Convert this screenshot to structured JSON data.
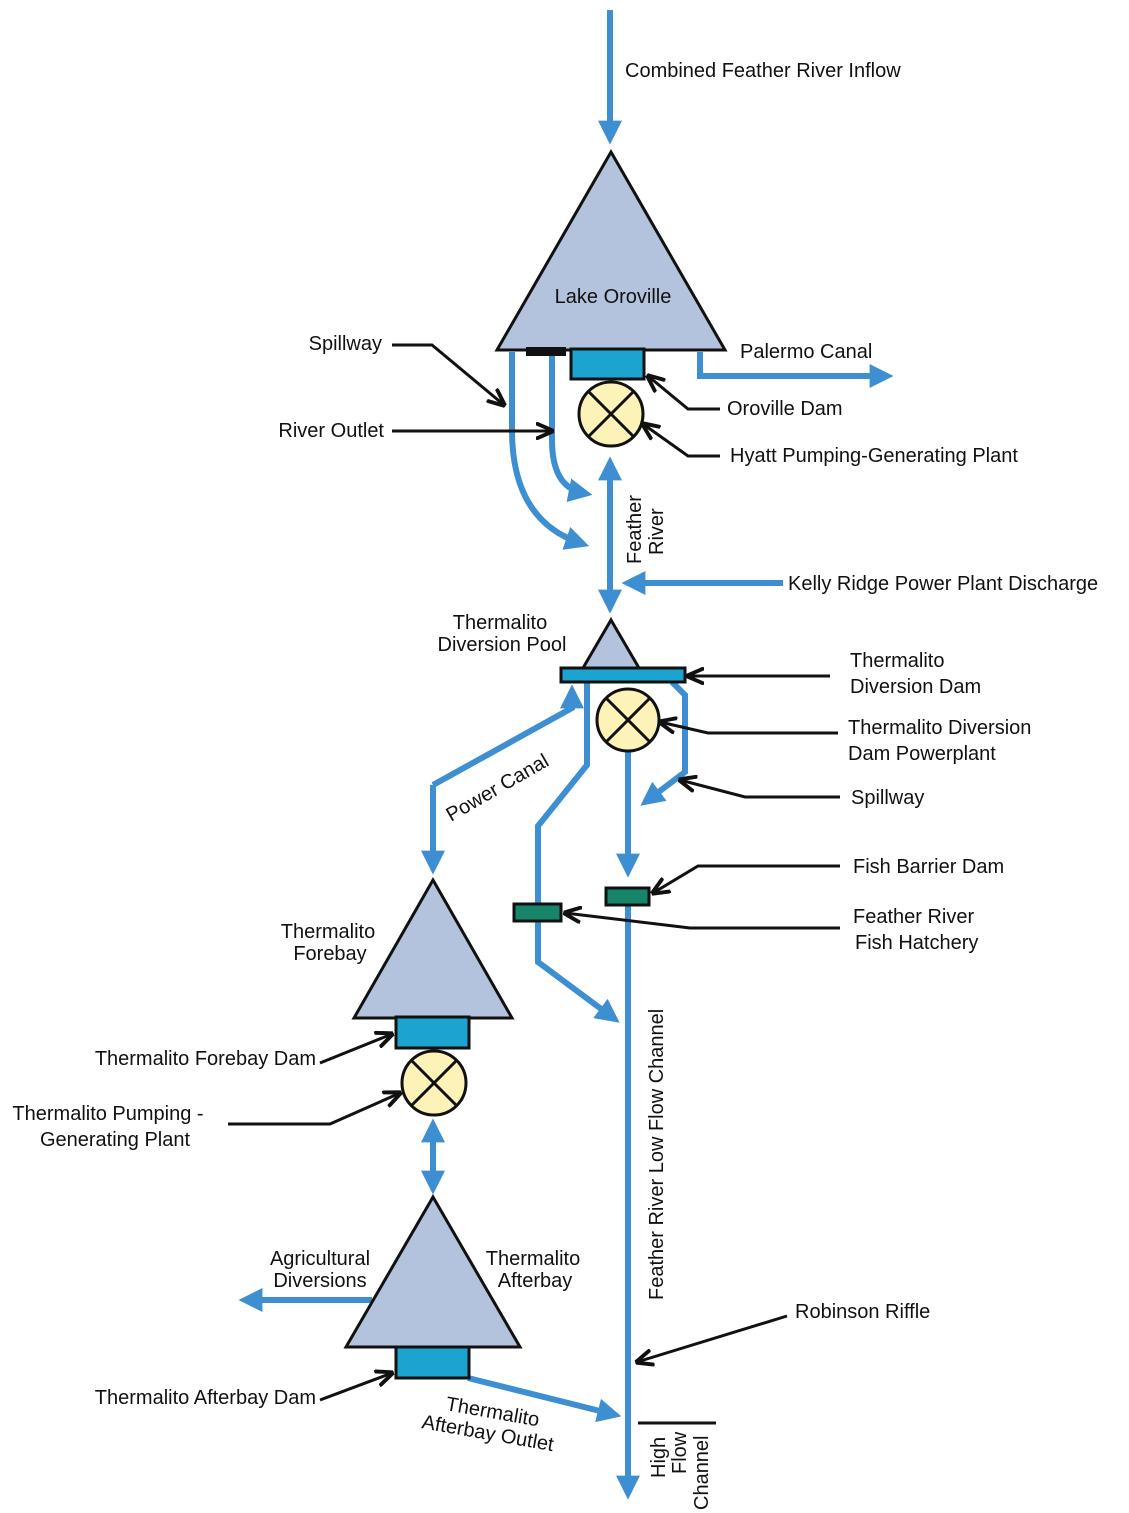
{
  "colors": {
    "water": "#3d8fd1",
    "reservoir": "#b4c3dd",
    "dam": "#1da3cf",
    "generator": "#fdf2b8",
    "fish_structure": "#17856a"
  },
  "labels": {
    "inflow": "Combined Feather River Inflow",
    "lake_oroville": "Lake Oroville",
    "palermo_canal": "Palermo Canal",
    "spillway_top": "Spillway",
    "river_outlet": "River Outlet",
    "oroville_dam": "Oroville Dam",
    "hyatt_plant": "Hyatt Pumping-Generating Plant",
    "feather_river": [
      "Feather",
      "River"
    ],
    "kelly_ridge": "Kelly Ridge Power Plant Discharge",
    "diversion_pool": [
      "Thermalito",
      "Diversion Pool"
    ],
    "diversion_dam": [
      "Thermalito",
      "Diversion Dam"
    ],
    "diversion_powerplant": [
      "Thermalito Diversion",
      "Dam Powerplant"
    ],
    "spillway_mid": "Spillway",
    "power_canal": "Power Canal",
    "fish_barrier_dam": "Fish Barrier Dam",
    "fish_hatchery": [
      "Feather River",
      "Fish Hatchery"
    ],
    "forebay": [
      "Thermalito",
      "Forebay"
    ],
    "forebay_dam": "Thermalito Forebay Dam",
    "pumping_plant": [
      "Thermalito Pumping -",
      "Generating Plant"
    ],
    "low_flow_channel": "Feather River Low Flow Channel",
    "agricultural_diversions": [
      "Agricultural",
      "Diversions"
    ],
    "afterbay": [
      "Thermalito",
      "Afterbay"
    ],
    "robinson_riffle": "Robinson Riffle",
    "afterbay_dam": "Thermalito Afterbay Dam",
    "afterbay_outlet": [
      "Thermalito",
      "Afterbay Outlet"
    ],
    "high_flow_channel": [
      "High",
      "Flow",
      "Channel"
    ]
  }
}
